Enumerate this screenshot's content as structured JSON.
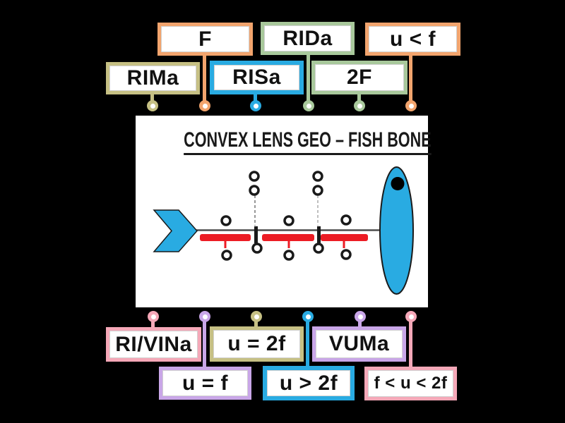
{
  "activity": {
    "title": "CONVEX LENS GEO – FISH BONE",
    "type": "labelled-diagram"
  },
  "colors": {
    "orange": "#F2A46D",
    "green": "#A8C89B",
    "olive": "#C6C084",
    "blue": "#29ABE2",
    "pink": "#F5A8B8",
    "purple": "#C9A6E8",
    "red": "#EC1C24",
    "spine": "#4D4D4D",
    "panel_bg": "#FFFFFF",
    "page_bg": "#000000",
    "text": "#111111"
  },
  "top_labels": [
    {
      "text": "F",
      "color": "orange"
    },
    {
      "text": "RIDa",
      "color": "green"
    },
    {
      "text": "u < f",
      "color": "orange"
    },
    {
      "text": "RIMa",
      "color": "olive"
    },
    {
      "text": "RISa",
      "color": "blue"
    },
    {
      "text": "2F",
      "color": "green"
    }
  ],
  "bottom_labels": [
    {
      "text": "RI/VINa",
      "color": "pink"
    },
    {
      "text": "u = 2f",
      "color": "olive"
    },
    {
      "text": "VUMa",
      "color": "purple"
    },
    {
      "text": "u = f",
      "color": "purple"
    },
    {
      "text": "u > 2f",
      "color": "blue"
    },
    {
      "text": "f < u < 2f",
      "color": "pink"
    }
  ],
  "diagram": {
    "tail": "fish-tail-arrow",
    "head": "fish-head-ellipse",
    "ribs": 3,
    "focal_ticks": 2
  }
}
